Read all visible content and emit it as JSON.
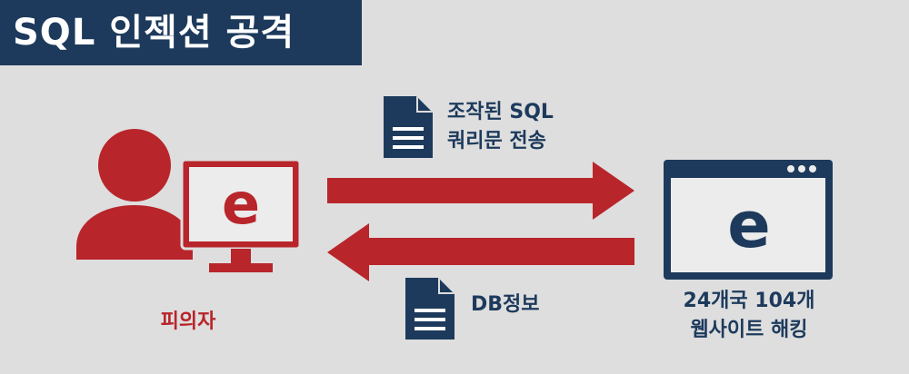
{
  "title": "SQL 인젝션 공격",
  "attacker": {
    "label": "피의자",
    "monitor_glyph": "e"
  },
  "request": {
    "line1": "조작된 SQL",
    "line2": "쿼리문 전송"
  },
  "response": {
    "label": "DB정보"
  },
  "target": {
    "line1": "24개국 104개",
    "line2": "웹사이트 해킹",
    "window_glyph": "e"
  },
  "colors": {
    "red": "#b8252a",
    "navy": "#1d3a5c",
    "background": "#dedede"
  }
}
